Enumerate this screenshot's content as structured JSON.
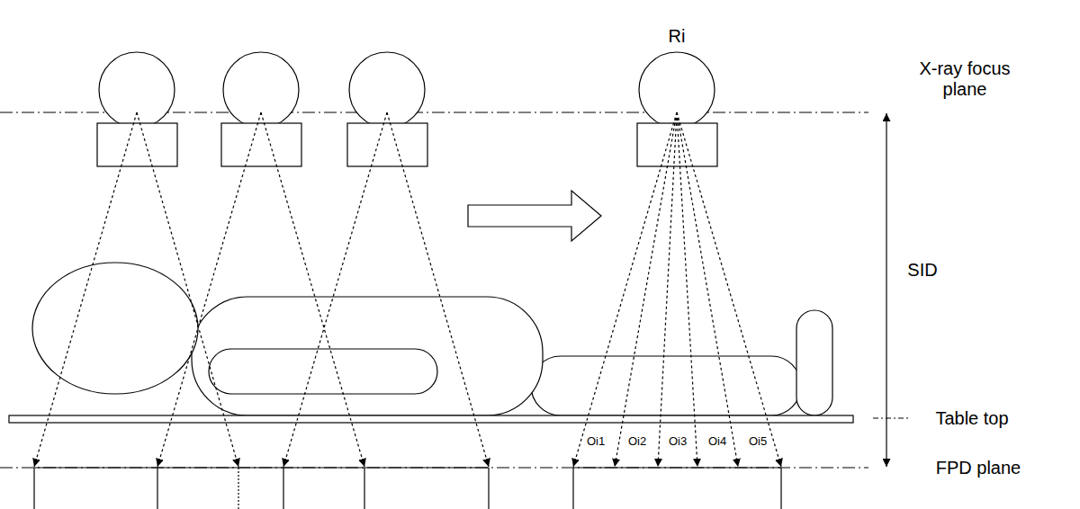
{
  "diagram": {
    "labels": [
      "Ri",
      "X-ray focus plane",
      "SID",
      "Table top",
      "FPD plane",
      "Oi1",
      "Oi2",
      "Oi3",
      "Oi4",
      "Oi5"
    ]
  }
}
